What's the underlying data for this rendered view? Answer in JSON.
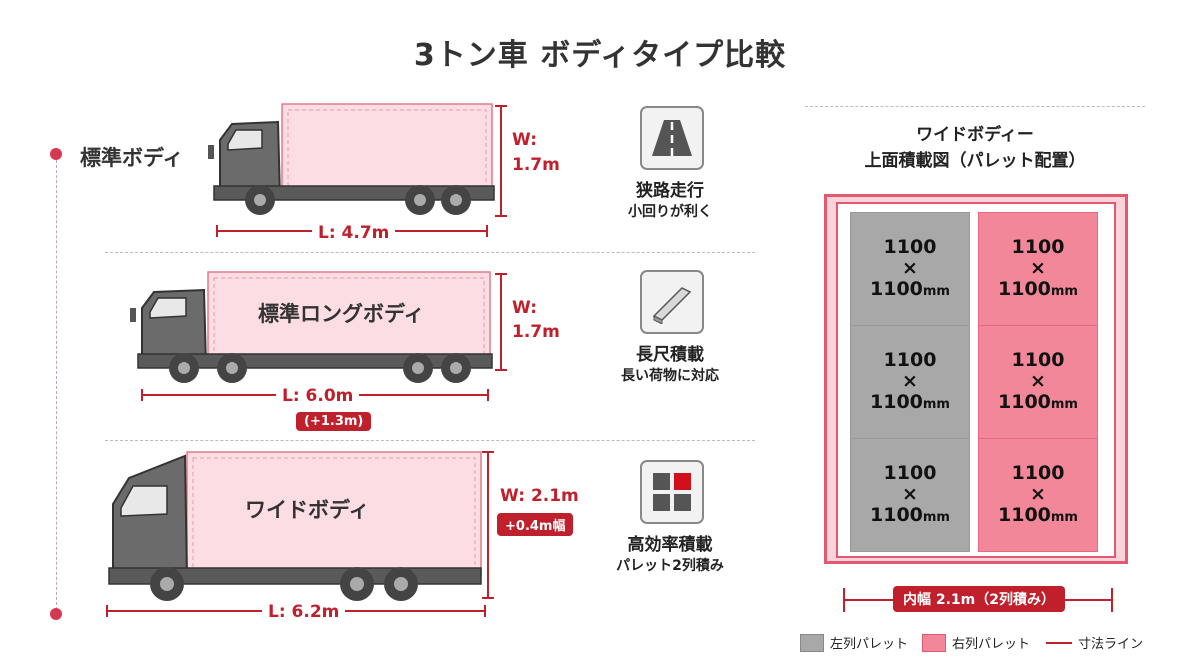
{
  "title": "3トン車 ボディタイプ比較",
  "rows": [
    {
      "label": "標準ボディ",
      "body_text": "",
      "width": "W:",
      "width2": "1.7m",
      "length": "L: 4.7m",
      "extra": "",
      "feature": {
        "icon": "road-icon",
        "title": "狭路走行",
        "sub": "小回りが利く"
      }
    },
    {
      "label": "",
      "body_text": "標準ロングボディ",
      "width": "W:",
      "width2": "1.7m",
      "length": "L: 6.0m",
      "extra": "(+1.3m)",
      "feature": {
        "icon": "long-beam-icon",
        "title": "長尺積載",
        "sub": "長い荷物に対応"
      }
    },
    {
      "label": "",
      "body_text": "ワイドボディ",
      "width": "W: 2.1m",
      "width2": "",
      "length": "L: 6.2m",
      "extra": "+0.4m幅",
      "feature": {
        "icon": "pallet-grid-icon",
        "title": "高効率積載",
        "sub": "パレット2列積み"
      }
    }
  ],
  "plan": {
    "title_line1": "ワイドボディー",
    "title_line2": "上面積載図（パレット配置）",
    "pallet_top": "1100",
    "pallet_x": "×",
    "pallet_bottom": "1100",
    "pallet_unit": "mm",
    "inner_width": "内幅 2.1m（2列積み）"
  },
  "legend": {
    "left": "左列パレット",
    "right": "右列パレット",
    "line": "寸法ライン"
  },
  "colors": {
    "accent": "#c0202c",
    "body_pink": "#fbdde3",
    "pallet_gray": "#a8a8a8",
    "pallet_pink": "#f3879a"
  }
}
